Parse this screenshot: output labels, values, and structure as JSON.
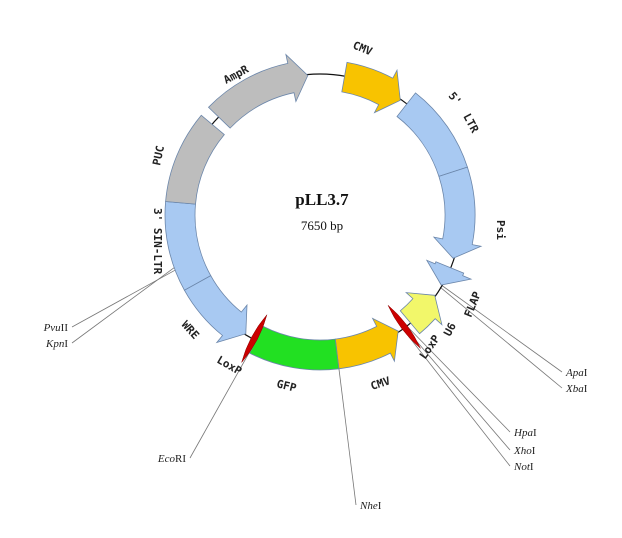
{
  "plasmid": {
    "name": "pLL3.7",
    "size_label": "7650 bp",
    "size_bp": 7650
  },
  "colors": {
    "ltr": "#a8c9f2",
    "gray": "#bdbdbd",
    "cmv": "#f8c300",
    "gfp": "#22e022",
    "u6": "#f2f76a",
    "loxp": "#cc0000",
    "stroke": "#6b86aa"
  },
  "features": [
    {
      "name": "CMV",
      "start": 213,
      "end": 744,
      "dir": 1,
      "color": "#f8c300"
    },
    {
      "name": "5' LTR",
      "start": 808,
      "end": 1530,
      "dir": 0,
      "color": "#a8c9f2"
    },
    {
      "name": "Psi",
      "start": 1530,
      "end": 2295,
      "dir": 1,
      "color": "#a8c9f2"
    },
    {
      "name": "FLAP",
      "start": 2380,
      "end": 2550,
      "dir": 1,
      "color": "#a8c9f2"
    },
    {
      "name": "U6",
      "start": 2656,
      "end": 2975,
      "dir": -1,
      "color": "#f2f76a"
    },
    {
      "name": "CMV",
      "start": 3103,
      "end": 3676,
      "dir": -1,
      "color": "#f8c300"
    },
    {
      "name": "GFP",
      "start": 3676,
      "end": 4399,
      "dir": 0,
      "color": "#22e022"
    },
    {
      "name": "WRE",
      "start": 4505,
      "end": 5121,
      "dir": -1,
      "color": "#a8c9f2"
    },
    {
      "name": "3' SIN-LTR",
      "start": 5121,
      "end": 5844,
      "dir": 0,
      "color": "#a8c9f2"
    },
    {
      "name": "PUC",
      "start": 5844,
      "end": 6588,
      "dir": 0,
      "color": "#bdbdbd"
    },
    {
      "name": "AmpR",
      "start": 6673,
      "end": 7544,
      "dir": 1,
      "color": "#bdbdbd"
    }
  ],
  "loxp": [
    {
      "name": "LoxP",
      "pos": 3039
    },
    {
      "name": "LoxP",
      "pos": 4420
    }
  ],
  "labels": {
    "cmv_top": "CMV",
    "ltr5_a": "5'",
    "ltr5_b": "LTR",
    "psi": "Psi",
    "flap": "FLAP",
    "u6": "U6",
    "loxp_right": "LoxP",
    "cmv_bottom": "CMV",
    "gfp": "GFP",
    "loxp_left": "LoxP",
    "wre": "WRE",
    "sin_ltr": "3' SIN-LTR",
    "puc": "PUC",
    "ampr": "AmpR"
  },
  "sites": [
    {
      "italic": "Pvu",
      "roman": "II",
      "pos": 5313
    },
    {
      "italic": "Kpn",
      "roman": "I",
      "pos": 5355
    },
    {
      "italic": "Eco",
      "roman": "RI",
      "pos": 4399
    },
    {
      "italic": "Nhe",
      "roman": "I",
      "pos": 3676
    },
    {
      "italic": "Apa",
      "roman": "I",
      "pos": 2550
    },
    {
      "italic": "Xba",
      "roman": "I",
      "pos": 2571
    },
    {
      "italic": "Hpa",
      "roman": "I",
      "pos": 3018
    },
    {
      "italic": "Xho",
      "roman": "I",
      "pos": 3039
    },
    {
      "italic": "Not",
      "roman": "I",
      "pos": 3060
    }
  ]
}
